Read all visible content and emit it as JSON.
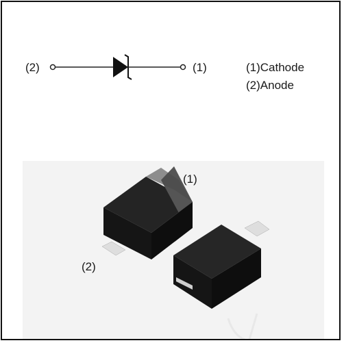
{
  "schematic": {
    "pin2_label": "(2)",
    "pin1_label": "(1)",
    "symbol": "zener-diode-icon"
  },
  "legend": {
    "cathode": "(1)Cathode",
    "anode": "(2)Anode"
  },
  "package": {
    "pin1_label": "(1)",
    "pin2_label": "(2)",
    "colors": {
      "body": "#1a1a1a",
      "cathode_band": "#4d4d4d",
      "lead": "#d9d9d9",
      "photo_background": "#f2f2f2"
    }
  }
}
